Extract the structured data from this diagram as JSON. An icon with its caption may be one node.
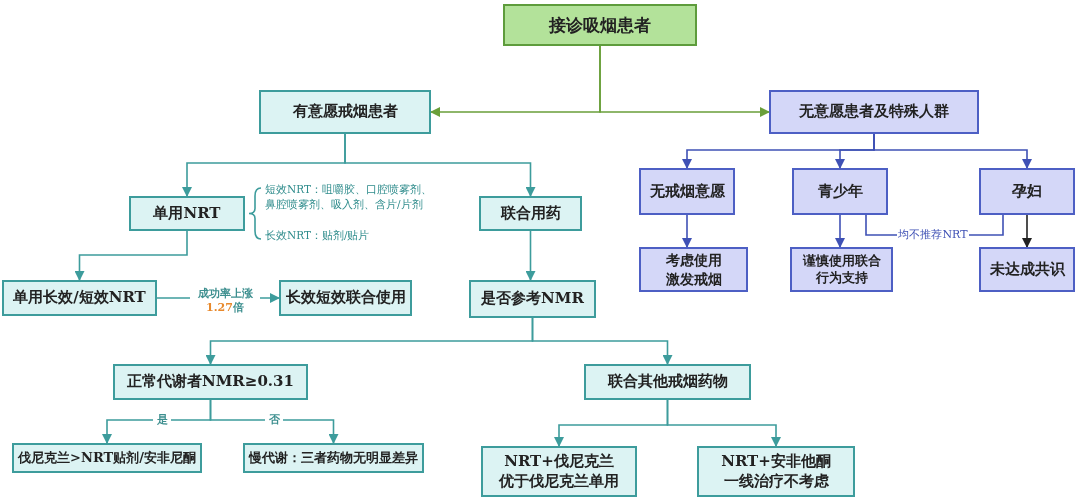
{
  "diagram": {
    "nodes": [
      {
        "text": [
          "接诊吸烟患者"
        ]
      },
      {
        "text": [
          "有意愿戒烟患者"
        ]
      },
      {
        "text": [
          "无意愿患者及特殊人群"
        ]
      },
      {
        "text": [
          "单用NRT"
        ],
        "beside": [
          "短效NRT：咀嚼胶、口腔喷雾剂、鼻腔喷雾剂、吸入剂、含片/片剂",
          "长效NRT：贴剂/贴片"
        ]
      },
      {
        "text": [
          "联合用药"
        ]
      },
      {
        "text": [
          "无戒烟意愿"
        ]
      },
      {
        "text": [
          "青少年"
        ]
      },
      {
        "text": [
          "孕妇"
        ]
      },
      {
        "text": [
          "考虑使用激发戒烟"
        ]
      },
      {
        "text": [
          "谨慎使用联合行为支持"
        ]
      },
      {
        "text": [
          "未达成共识"
        ]
      },
      {
        "text": [
          "单用长效/短效NRT"
        ]
      },
      {
        "text": [
          "长效短效联合使用"
        ]
      },
      {
        "text": [
          "是否参考NMR"
        ]
      },
      {
        "text": [
          "正常代谢者NMR≥0.31"
        ]
      },
      {
        "text": [
          "联合其他戒烟药物"
        ]
      },
      {
        "text": [
          "伐尼克兰>NRT贴剂/安非尼酮"
        ]
      },
      {
        "text": [
          "慢代谢：三者药物无明显差异"
        ]
      },
      {
        "text": [
          "NRT+伐尼克兰优于伐尼克兰单用"
        ]
      },
      {
        "text": [
          "NRT+安非他酮一线治疗不考虑"
        ]
      },
      {
        "text": [
          "均不推荐NRT"
        ]
      }
    ],
    "edges": [
      {
        "from": 0,
        "to": 1,
        "arrow": "to",
        "color": "#6a9f3a"
      },
      {
        "from": 0,
        "to": 2,
        "arrow": "to",
        "color": "#6a9f3a"
      },
      {
        "from": 1,
        "to": 3,
        "arrow": "to"
      },
      {
        "from": 1,
        "to": 4,
        "arrow": "to"
      },
      {
        "from": 3,
        "to": 11,
        "arrow": "to"
      },
      {
        "from": 4,
        "to": 13,
        "arrow": "to"
      },
      {
        "from": 11,
        "to": 12,
        "arrow": "to",
        "label": "成功率上涨 1.27倍"
      },
      {
        "from": 13,
        "to": 14,
        "arrow": "to"
      },
      {
        "from": 13,
        "to": 15,
        "arrow": "to"
      },
      {
        "from": 14,
        "to": 16,
        "arrow": "to",
        "label": "是"
      },
      {
        "from": 14,
        "to": 17,
        "arrow": "to",
        "label": "否"
      },
      {
        "from": 15,
        "to": 18,
        "arrow": "to"
      },
      {
        "from": 15,
        "to": 19,
        "arrow": "to"
      },
      {
        "from": 2,
        "to": 5,
        "arrow": "to",
        "color": "#3f51b5"
      },
      {
        "from": 2,
        "to": 6,
        "arrow": "to",
        "color": "#3f51b5"
      },
      {
        "from": 2,
        "to": 7,
        "arrow": "to",
        "color": "#3f51b5"
      },
      {
        "from": 5,
        "to": 8,
        "arrow": "to",
        "color": "#3f51b5"
      },
      {
        "from": 6,
        "to": 9,
        "arrow": "to",
        "color": "#3f51b5"
      },
      {
        "from": 7,
        "to": 10,
        "arrow": "to",
        "color": "#222222"
      },
      {
        "from": 6,
        "to": 20,
        "arrow": "none",
        "color": "#3f51b5"
      },
      {
        "from": 7,
        "to": 20,
        "arrow": "none",
        "color": "#3f51b5"
      }
    ]
  }
}
